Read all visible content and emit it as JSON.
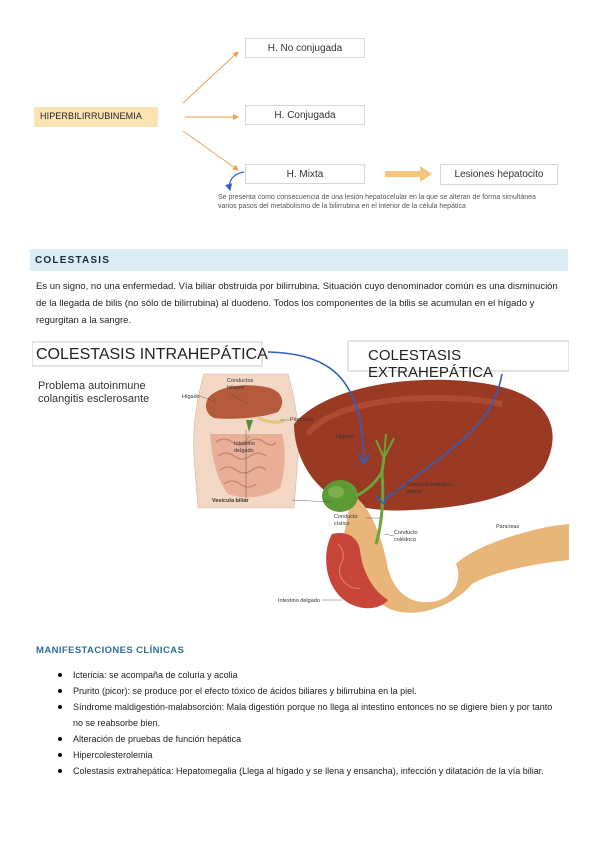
{
  "diagram": {
    "main": "HIPERBILIRRUBINEMIA",
    "types": {
      "no_conjugada": "H. No conjugada",
      "conjugada": "H. Conjugada",
      "mixta": "H. Mixta"
    },
    "result": "Lesiones hepatocito",
    "mixta_note": "Se presenta como consecuencia de una lesión hepatocelular en la que se alteran de forma simultánea varios pasos del metabolismo de la bilirrubina en el interior de la célula hepática",
    "colors": {
      "arrow": "#f0a050",
      "accent_box": "#fbe3b3",
      "blue_arrow": "#2f5fc4"
    }
  },
  "colestasis": {
    "title": "COLESTASIS",
    "paragraph": "Es un signo, no una enfermedad. Vía biliar obstruida por bilirrubina. Situación cuyo denominador común es una disminución de la llegada de bilis (no sólo de bilirrubina) al duodeno. Todos los componentes de la bilis se acumulan en el hígado y regurgitan a la sangre."
  },
  "figure": {
    "intra_title": "COLESTASIS INTRAHEPÁTICA",
    "extra_title": "COLESTASIS EXTRAHEPÁTICA",
    "problema_line1": "Problema autoinmune",
    "problema_line2": "colangitis esclerosante",
    "labels": {
      "conductos_biliares_1": "Conductos",
      "conductos_biliares_2": "biliares",
      "higado_small": "Hígado",
      "pancreas_small": "Páncreas",
      "intestino_1": "Intestino",
      "intestino_2": "delgado",
      "vesicula": "Vesícula biliar",
      "higado_big": "Hígado",
      "conducto_hepatico_1": "Conducto hepático",
      "conducto_hepatico_2": "común",
      "conducto_cistico_1": "Conducto",
      "conducto_cistico_2": "cístico",
      "conducto_coledoco_1": "Conducto",
      "conducto_coledoco_2": "colédoco",
      "pancreas_big": "Páncreas",
      "intestino_big": "Intestino delgado"
    }
  },
  "manifestaciones": {
    "title": "MANIFESTACIONES CLÍNICAS",
    "items": [
      "Ictericia: se acompaña de coluria y acolia",
      "Prurito (picor): se produce por el efecto tóxico de ácidos biliares y bilirrubina en la piel.",
      "Síndrome maldigestión-malabsorción: Mala digestión porque no llega al intestino entonces no se digiere bien y por tanto no se reabsorbe bien.",
      "Alteración de pruebas de función hepática",
      "Hipercolesterolemia",
      "Colestasis extrahepática: Hepatomegalia (Llega al hígado y se llena y ensancha), infección y dilatación de la vía biliar."
    ]
  }
}
